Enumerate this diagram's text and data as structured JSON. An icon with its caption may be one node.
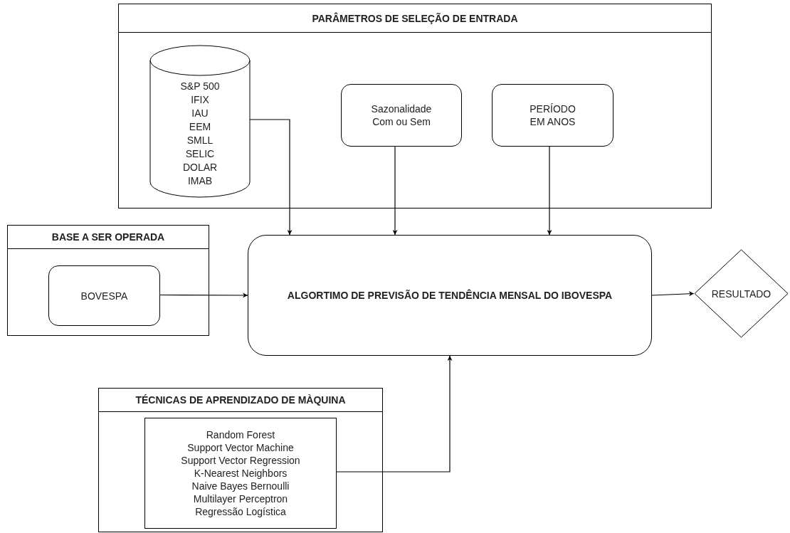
{
  "diagram": {
    "nodes": [
      {
        "text": [
          "PARÂMETROS DE SELEÇÃO DE ENTRADA"
        ]
      },
      {
        "text": [
          "S&P 500",
          "IFIX",
          "IAU",
          "EEM",
          "SMLL",
          "SELIC",
          "DOLAR",
          "IMAB"
        ],
        "in": 0
      },
      {
        "text": [
          "Sazonalidade Com ou Sem"
        ],
        "in": 0
      },
      {
        "text": [
          "PERÍODO EM ANOS"
        ],
        "in": 0
      },
      {
        "text": [
          "BASE A SER OPERADA"
        ]
      },
      {
        "text": [
          "BOVESPA"
        ],
        "in": 4
      },
      {
        "text": [
          "ALGORTIMO DE PREVISÃO DE TENDÊNCIA MENSAL DO IBOVESPA"
        ]
      },
      {
        "text": [
          "RESULTADO"
        ]
      },
      {
        "text": [
          "TÉCNICAS DE APRENDIZADO DE MÀQUINA"
        ]
      },
      {
        "text": [
          "Random Forest",
          "Support Vector Machine",
          "Support Vector Regression",
          "K-Nearest Neighbors",
          "Naive Bayes Bernoulli",
          "Multilayer Perceptron",
          "Regressão Logística"
        ],
        "in": 8
      }
    ],
    "edges": [
      {
        "from": 1,
        "to": 6,
        "arrow": "to"
      },
      {
        "from": 2,
        "to": 6,
        "arrow": "to"
      },
      {
        "from": 3,
        "to": 6,
        "arrow": "to"
      },
      {
        "from": 5,
        "to": 6,
        "arrow": "to"
      },
      {
        "from": 6,
        "to": 7,
        "arrow": "to"
      },
      {
        "from": 9,
        "to": 6,
        "arrow": "to"
      }
    ]
  }
}
